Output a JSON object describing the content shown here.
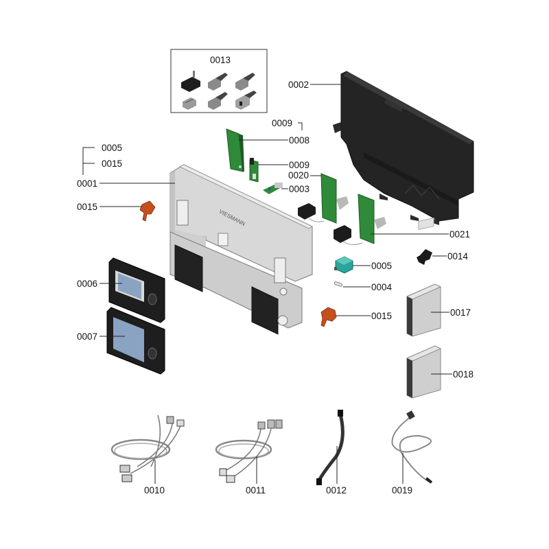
{
  "diagram": {
    "type": "exploded-parts-diagram",
    "colors": {
      "housing": "#d6d6d6",
      "dark_plastic": "#262626",
      "pcb_green": "#2f8a3a",
      "connector_orange": "#c4501e",
      "module_teal": "#2aa59a",
      "display_screen": "#8aa3c2",
      "leader_line": "#222222"
    },
    "kit_box": {
      "label": "0013",
      "connector_count": 6
    },
    "bracket_group": {
      "top_item": "0005",
      "middle_item": "0015",
      "parent_item": "0001"
    },
    "parts": [
      {
        "id": "0001",
        "description": "main-housing"
      },
      {
        "id": "0002",
        "description": "rear-wall-mount-frame"
      },
      {
        "id": "0003",
        "description": "small-pcb-with-connector"
      },
      {
        "id": "0004",
        "description": "fuse"
      },
      {
        "id": "0005",
        "description": "teal-plug-module"
      },
      {
        "id": "0006",
        "description": "control-display-small-screen"
      },
      {
        "id": "0007",
        "description": "control-display-large-screen"
      },
      {
        "id": "0008",
        "description": "pcb-card-tall"
      },
      {
        "id": "0009",
        "description": "pcb-card-small"
      },
      {
        "id": "0010",
        "description": "cable-harness-a"
      },
      {
        "id": "0011",
        "description": "cable-harness-b"
      },
      {
        "id": "0012",
        "description": "ribbon-cable"
      },
      {
        "id": "0013",
        "description": "connector-kit"
      },
      {
        "id": "0014",
        "description": "cable-clip"
      },
      {
        "id": "0015",
        "description": "strain-relief-orange"
      },
      {
        "id": "0017",
        "description": "enclosure-with-window"
      },
      {
        "id": "0018",
        "description": "enclosure"
      },
      {
        "id": "0019",
        "description": "sensor-cable"
      },
      {
        "id": "0020",
        "description": "pcb-with-relay-connector"
      },
      {
        "id": "0021",
        "description": "pcb-with-relay-connector-b"
      }
    ],
    "labels": {
      "l0013": "0013",
      "l0002": "0002",
      "l0009_top": "0009",
      "l0008": "0008",
      "l0005_bracket": "0005",
      "l0015_bracket": "0015",
      "l0009": "0009",
      "l0020": "0020",
      "l0001": "0001",
      "l0003": "0003",
      "l0015_left": "0015",
      "l0021": "0021",
      "l0014": "0014",
      "l0005": "0005",
      "l0006": "0006",
      "l0004": "0004",
      "l0015_right": "0015",
      "l0017": "0017",
      "l0007": "0007",
      "l0018": "0018",
      "l0010": "0010",
      "l0011": "0011",
      "l0012": "0012",
      "l0019": "0019"
    }
  }
}
